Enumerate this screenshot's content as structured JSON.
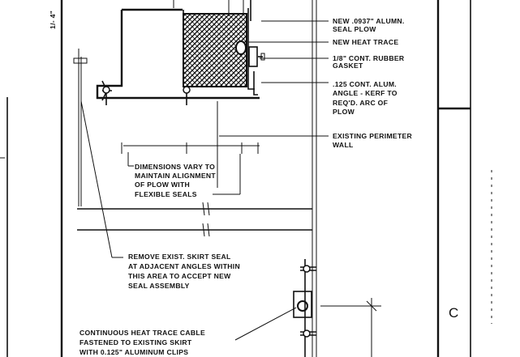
{
  "drawing": {
    "callouts": {
      "seal_plow": [
        "NEW .0937\" ALUMN.",
        "SEAL PLOW"
      ],
      "heat_trace": [
        "NEW HEAT TRACE"
      ],
      "gasket": [
        "1/8\" CONT. RUBBER",
        "GASKET"
      ],
      "angle": [
        ".125 CONT. ALUM.",
        "ANGLE - KERF TO",
        "REQ'D. ARC OF",
        "PLOW"
      ],
      "perimeter_wall": [
        "EXISTING PERIMETER",
        "WALL"
      ],
      "dimensions": [
        "DIMENSIONS VARY TO",
        "MAINTAIN ALIGNMENT",
        "OF PLOW WITH",
        "FLEXIBLE SEALS"
      ],
      "skirt_seal": [
        "REMOVE EXIST. SKIRT SEAL",
        "AT ADJACENT ANGLES WITHIN",
        "THIS AREA TO ACCEPT NEW",
        "SEAL ASSEMBLY"
      ],
      "heat_trace_cable": [
        "CONTINUOUS HEAT TRACE CABLE",
        "FASTENED TO EXISTING SKIRT",
        "WITH 0.125\" ALUMINUM CLIPS"
      ]
    },
    "vertical_dimension": "1/- 4\"",
    "grid_letter": "C"
  }
}
